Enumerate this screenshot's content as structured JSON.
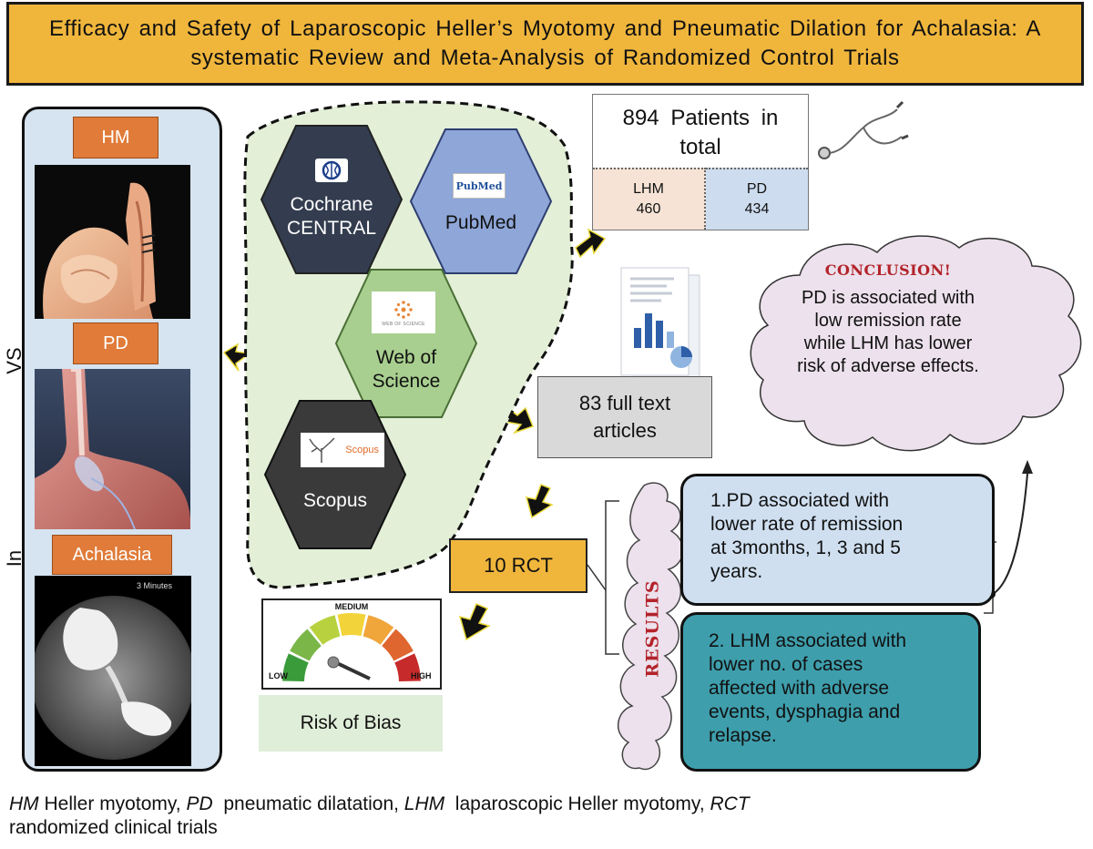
{
  "title": "Efficacy and Safety of Laparoscopic Heller’s Myotomy and Pneumatic Dilation for Achalasia: A systematic Review and Meta-Analysis of Randomized Control Trials",
  "left_panel": {
    "tags": {
      "hm": "HM",
      "pd": "PD",
      "achalasia": "Achalasia"
    },
    "side_labels": {
      "vs": "VS",
      "in": "In"
    },
    "xray_caption": "3 Minutes"
  },
  "databases": {
    "cochrane": {
      "line1": "Cochrane",
      "line2": "CENTRAL"
    },
    "pubmed": {
      "label": "PubMed",
      "logo": "PubMed"
    },
    "wos": {
      "line1": "Web of",
      "line2": "Science",
      "logo": "WEB OF SCIENCE"
    },
    "scopus": {
      "label": "Scopus",
      "logo": "Scopus"
    }
  },
  "patients": {
    "title_line1": "894 Patients in",
    "title_line2": "total",
    "lhm_label": "LHM",
    "lhm_value": "460",
    "pd_label": "PD",
    "pd_value": "434"
  },
  "fulltext": {
    "line1": "83 full text",
    "line2": "articles"
  },
  "rct": "10 RCT",
  "risk_of_bias": {
    "label": "Risk of Bias",
    "gauge_medium": "MEDIUM",
    "gauge_low": "LOW",
    "gauge_high": "HIGH",
    "level": 0.5
  },
  "results": {
    "label": "RESULTS",
    "r1": [
      "1.PD associated with",
      "lower rate of remission",
      "at 3months, 1, 3 and 5",
      "years."
    ],
    "r2": [
      "2. LHM associated with",
      "lower no. of cases",
      "affected with adverse",
      "events, dysphagia and",
      "relapse."
    ]
  },
  "conclusion": {
    "title": "CONCLUSION!",
    "lines": [
      "PD is associated with",
      "low remission rate",
      "while LHM has lower",
      "risk of adverse effects."
    ]
  },
  "footnote": {
    "hm_abbr": "HM",
    "hm_text": " Heller myotomy, ",
    "pd_abbr": "PD",
    "pd_text": "  pneumatic dilatation, ",
    "lhm_abbr": "LHM",
    "lhm_text": "  laparoscopic Heller myotomy, ",
    "rct_abbr": "RCT",
    "rct_text": "randomized clinical trials"
  },
  "colors": {
    "title_bg": "#f0b63c",
    "panel_bg": "#d6e3f0",
    "tag": "#e07b39",
    "cochrane_hex": "#333d4f",
    "pubmed_hex": "#8ea6d8",
    "wos_hex": "#a8cf8f",
    "scopus_hex": "#3a3a3a",
    "search_bg": "#e3efd7",
    "results1": "#cfdff0",
    "results2": "#3e9eac",
    "conclusion_bg": "#ece1ec"
  }
}
